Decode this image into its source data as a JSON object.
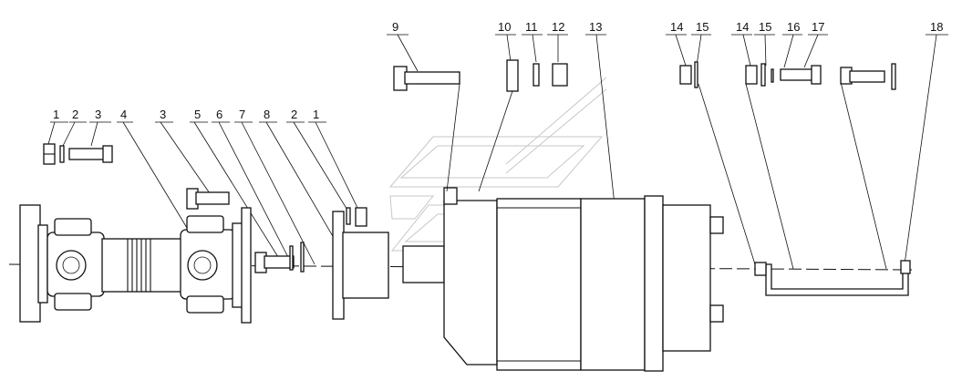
{
  "diagram": {
    "callouts": [
      "1",
      "2",
      "3",
      "4",
      "3",
      "5",
      "6",
      "7",
      "8",
      "2",
      "1",
      "9",
      "10",
      "11",
      "12",
      "13",
      "14",
      "15",
      "14",
      "15",
      "16",
      "17",
      "18"
    ]
  }
}
